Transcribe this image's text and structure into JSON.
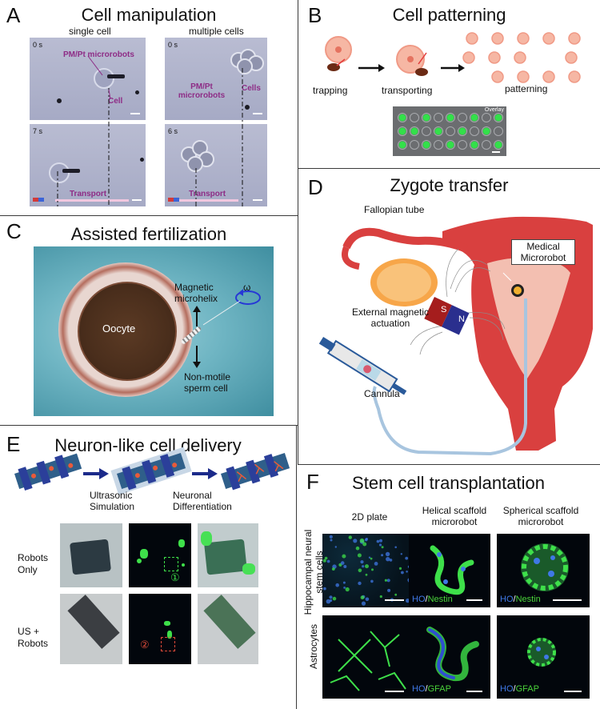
{
  "panel_a": {
    "letter": "A",
    "title": "Cell manipulation",
    "col_single": "single cell",
    "col_multiple": "multiple cells",
    "t_tl": "0 s",
    "t_tr": "0 s",
    "t_bl": "7 s",
    "t_br": "6 s",
    "label_pmpt": "PM/Pt microrobots",
    "label_cell": "Cell",
    "label_pmpt_multi": "PM/Pt microrobots",
    "label_cells": "Cells",
    "transport_left": "Transport",
    "transport_right": "Transport"
  },
  "panel_b": {
    "letter": "B",
    "title": "Cell patterning",
    "step1": "trapping",
    "step2": "transporting",
    "step3": "patterning",
    "overlay": "Overlay"
  },
  "panel_c": {
    "letter": "C",
    "title": "Assisted fertilization",
    "oocyte": "Oocyte",
    "helix": "Magnetic microhelix",
    "sperm": "Non-motile sperm cell",
    "omega": "ω"
  },
  "panel_d": {
    "letter": "D",
    "title": "Zygote transfer",
    "fallopian": "Fallopian tube",
    "medical": "Medical Microrobot",
    "external": "External magnetic actuation",
    "cannula": "Cannula",
    "pole_s": "S",
    "pole_n": "N"
  },
  "panel_e": {
    "letter": "E",
    "title": "Neuron-like cell delivery",
    "step1": "Ultrasonic Simulation",
    "step2": "Neuronal Differentiation",
    "row1": "Robots Only",
    "row2": "US + Robots",
    "mark1": "①",
    "mark2": "②"
  },
  "panel_f": {
    "letter": "F",
    "title": "Stem cell transplantation",
    "col1": "2D plate",
    "col2": "Helical scaffold microrobot",
    "col3": "Spherical scaffold microrobot",
    "row1": "Hippocampal neural stem cells",
    "row2": "Astrocytes",
    "ho": "HO",
    "slash": "/",
    "nestin": "Nestin",
    "gfap": "GFAP"
  },
  "colors": {
    "divider": "#3a3a3a",
    "purple_label": "#8e2c86",
    "green_fluor": "#3ee04a",
    "blue_fluor": "#3f78e6",
    "uterus": "#d9403f",
    "arrow_navy": "#1b2a8a"
  }
}
